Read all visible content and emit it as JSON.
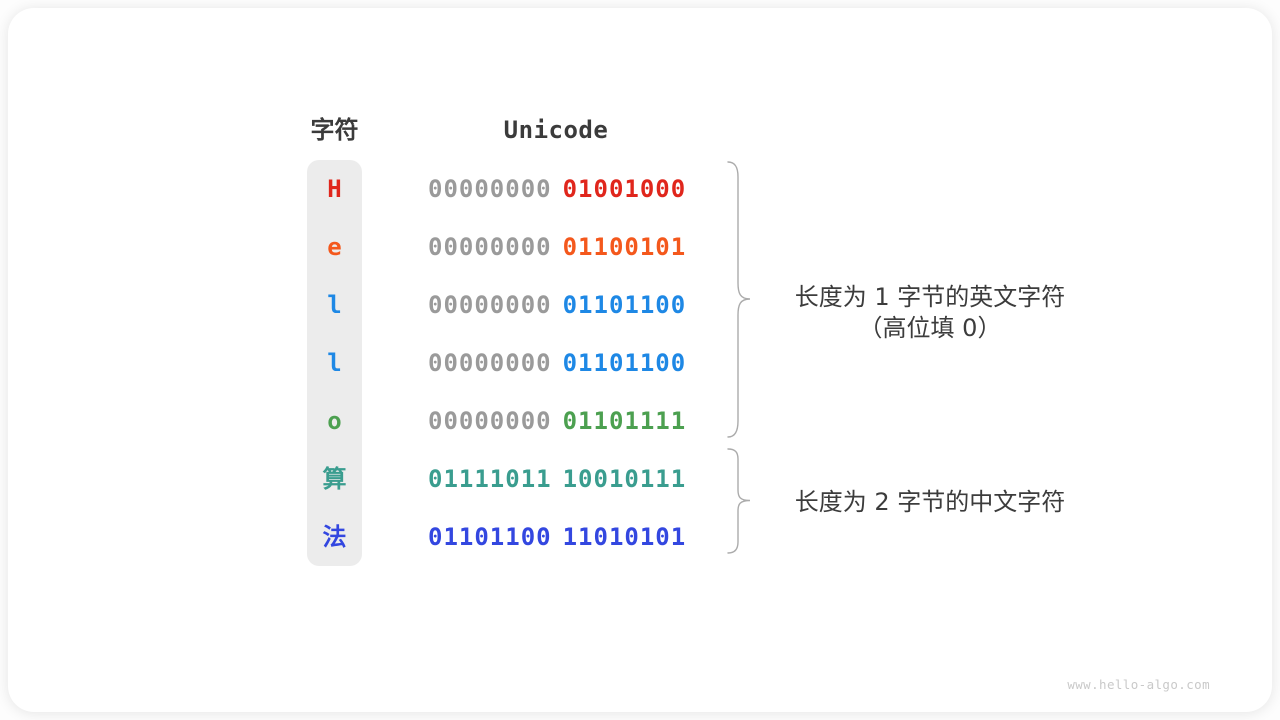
{
  "table": {
    "header_char": "字符",
    "header_unicode": "Unicode",
    "rows": [
      {
        "char": "H",
        "byte1": "00000000",
        "byte2": "01001000",
        "color": "#e0261c",
        "byte1_gray": true
      },
      {
        "char": "e",
        "byte1": "00000000",
        "byte2": "01100101",
        "color": "#f4581c",
        "byte1_gray": true
      },
      {
        "char": "l",
        "byte1": "00000000",
        "byte2": "01101100",
        "color": "#1e88e5",
        "byte1_gray": true
      },
      {
        "char": "l",
        "byte1": "00000000",
        "byte2": "01101100",
        "color": "#1e88e5",
        "byte1_gray": true
      },
      {
        "char": "o",
        "byte1": "00000000",
        "byte2": "01101111",
        "color": "#4ca050",
        "byte1_gray": true
      },
      {
        "char": "算",
        "byte1": "01111011",
        "byte2": "10010111",
        "color": "#3a9d8f",
        "byte1_gray": false
      },
      {
        "char": "法",
        "byte1": "01101100",
        "byte2": "11010101",
        "color": "#3347e0",
        "byte1_gray": false
      }
    ]
  },
  "annotations": {
    "group1_line1": "长度为 1 字节的英文字符",
    "group1_line2": "（高位填 0）",
    "group2": "长度为 2 字节的中文字符"
  },
  "watermark": "www.hello-algo.com",
  "colors": {
    "gray_byte": "#9a9a9a",
    "heading_text": "#3b3b3b",
    "annotation_text": "#3c3c3c",
    "brace_stroke": "#ababab",
    "char_column_bg": "#ececec"
  }
}
